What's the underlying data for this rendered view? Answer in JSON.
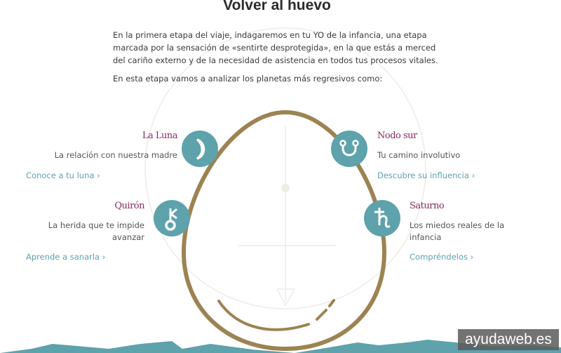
{
  "title": "Volver al huevo",
  "intro": "En la primera etapa del viaje, indagaremos en tu YO de la infancia, una etapa marcada por la sensación de «sentirte desprotegida», en la que estás a merced del cariño externo y de la necesidad de asistencia en todos tus procesos vitales.",
  "lead": "En esta etapa vamos a analizar los planetas más regresivos como:",
  "planets": [
    {
      "title": "La Luna",
      "desc": "La relación con nuestra madre",
      "link": "Conoce a tu luna ›",
      "icon": "moon-icon"
    },
    {
      "title": "Nodo sur",
      "desc": "Tu camino involutivo",
      "link": "Descubre su influencia ›",
      "icon": "south-node-icon"
    },
    {
      "title": "Quirón",
      "desc": "La herida que te impide avanzar",
      "link": "Aprende a sanarla ›",
      "icon": "chiron-icon"
    },
    {
      "title": "Saturno",
      "desc": "Los miedos reales de la infancia",
      "link": "Compréndelos ›",
      "icon": "saturn-icon"
    }
  ],
  "colors": {
    "accent": "#5ea2ac",
    "title": "#8a2a5e",
    "egg": "#9c8352"
  },
  "watermark": "ayudaweb.es"
}
